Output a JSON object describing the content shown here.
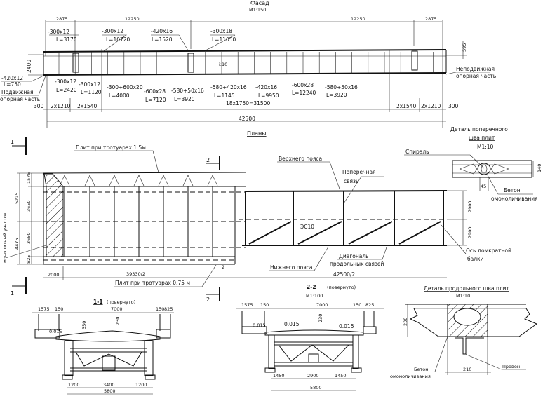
{
  "facade": {
    "title": "Фасад",
    "scale": "М1:150",
    "dims_top": [
      "2875",
      "12250",
      "12250",
      "2875"
    ],
    "height": "2400",
    "top_offset": "595",
    "slope": "i:10",
    "plates": [
      {
        "size": "-300x12",
        "len": "L=3170"
      },
      {
        "size": "-300x12",
        "len": "L=10720"
      },
      {
        "size": "-420x16",
        "len": "L=1520"
      },
      {
        "size": "-300x18",
        "len": "L=11050"
      },
      {
        "size": "-420x12",
        "len": "L=750"
      },
      {
        "size": "-300x12",
        "len": "L=2420"
      },
      {
        "size": "-300x12",
        "len": "L=1120"
      },
      {
        "size": "-300+600x20",
        "len": "L=4000"
      },
      {
        "size": "-600x28",
        "len": "L=7120"
      },
      {
        "size": "-580+50x16",
        "len": "L=3920"
      },
      {
        "size": "-580+420x16",
        "len": "L=1145"
      },
      {
        "size": "-420x16",
        "len": "L=9950"
      },
      {
        "size": "-600x28",
        "len": "L=12240"
      },
      {
        "size": "-580+50x16",
        "len": "L=3920"
      }
    ],
    "movable_bearing": [
      "Подвижная",
      "опорная часть"
    ],
    "fixed_bearing": [
      "Неподвижная",
      "опорная часть"
    ],
    "dims_bottom": [
      "300",
      "2x1210",
      "2x1540",
      "18x1750=31500",
      "2x1540",
      "2x1210",
      "300"
    ],
    "total": "42500"
  },
  "plan": {
    "title": "Планы",
    "section_marks": [
      "1",
      "1",
      "2",
      "2"
    ],
    "slab_top": "Плит при тротуарах 1.5м",
    "slab_bottom": "Плит при тротуарах 0.75 м",
    "monolithic": "монолитный участок",
    "left_dims": [
      "1575",
      "5225",
      "3650",
      "3650",
      "4475",
      "825"
    ],
    "dim_2000": "2000",
    "dim_half": "39330/2",
    "top_chord": "Верхнего пояса",
    "cross_brace": [
      "Поперечная",
      "связь"
    ],
    "channel": "ЭС10",
    "diagonal": [
      "Диагональ",
      "продольных связей"
    ],
    "bottom_chord": "Нижнего пояса",
    "truss_half": "42500/2",
    "truss_dims": [
      "2900",
      "2900"
    ],
    "jack_axis": [
      "Ось домкратной",
      "балки"
    ]
  },
  "detail_transverse": {
    "title": [
      "Деталь поперечного",
      "шва плит"
    ],
    "scale": "М1:10",
    "spiral": "Спираль",
    "thickness": "140",
    "gap": "45",
    "concrete": [
      "Бетон",
      "омоноличивания"
    ]
  },
  "section_1": {
    "title": "1-1",
    "note": "(повернуто)",
    "dims_top": [
      "1575",
      "150",
      "7000",
      "150",
      "825"
    ],
    "heights": [
      "350",
      "230"
    ],
    "slope": "0.015",
    "dims_bottom": [
      "1200",
      "3400",
      "1200"
    ],
    "total": "5800"
  },
  "section_2": {
    "title": "2-2",
    "note": "(повернуто)",
    "scale": "М1:100",
    "dims_top": [
      "1575",
      "150",
      "7000",
      "150",
      "825"
    ],
    "height": "230",
    "slopes": [
      "0.015",
      "0.015",
      "0.015"
    ],
    "dims_bottom": [
      "1450",
      "2900",
      "1450"
    ],
    "total": "5800"
  },
  "detail_longitudinal": {
    "title": "Деталь продольного шва плит",
    "scale": "М1:10",
    "height": "230",
    "width": "210",
    "concrete": [
      "Бетон",
      "омоноличивания"
    ],
    "wire": "Провен"
  }
}
